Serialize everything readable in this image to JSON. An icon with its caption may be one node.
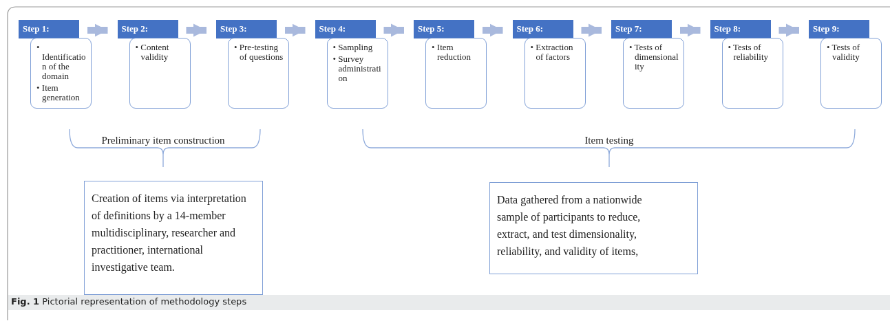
{
  "diagram": {
    "caption": "**Fig. 1** Pictorial representation of methodology steps",
    "nodes": [
      {
        "text": [
          "Step 1:"
        ]
      },
      {
        "text": [
          "• Identification of the domain",
          "• Item generation"
        ]
      },
      {
        "text": [
          "Step 2:"
        ]
      },
      {
        "text": [
          "• Content validity"
        ]
      },
      {
        "text": [
          "Step 3:"
        ]
      },
      {
        "text": [
          "• Pre-testing of questions"
        ]
      },
      {
        "text": [
          "Step 4:"
        ]
      },
      {
        "text": [
          "• Sampling",
          "• Survey administration"
        ]
      },
      {
        "text": [
          "Step 5:"
        ]
      },
      {
        "text": [
          "• Item reduction"
        ]
      },
      {
        "text": [
          "Step 6:"
        ]
      },
      {
        "text": [
          "• Extraction of factors"
        ]
      },
      {
        "text": [
          "Step 7:"
        ]
      },
      {
        "text": [
          "• Tests of dimensionality"
        ]
      },
      {
        "text": [
          "Step 8:"
        ]
      },
      {
        "text": [
          "• Tests of reliability"
        ]
      },
      {
        "text": [
          "Step 9:"
        ]
      },
      {
        "text": [
          "• Tests of validity"
        ]
      },
      {
        "text": [
          "Creation of items via interpretation of definitions by a 14-member multidisciplinary, researcher and practitioner, international investigative team."
        ]
      },
      {
        "text": [
          "Data gathered from a nationwide sample of participants to reduce, extract, and test dimensionality, reliability, and validity of items,"
        ]
      }
    ],
    "edges": [
      {
        "from": 0,
        "to": 2,
        "arrow": "to"
      },
      {
        "from": 2,
        "to": 4,
        "arrow": "to"
      },
      {
        "from": 4,
        "to": 6,
        "arrow": "to"
      },
      {
        "from": 6,
        "to": 8,
        "arrow": "to"
      },
      {
        "from": 8,
        "to": 10,
        "arrow": "to"
      },
      {
        "from": 10,
        "to": 12,
        "arrow": "to"
      },
      {
        "from": 12,
        "to": 14,
        "arrow": "to"
      },
      {
        "from": 14,
        "to": 16,
        "arrow": "to"
      }
    ],
    "labels": [
      "Preliminary item construction",
      "Item testing"
    ]
  }
}
